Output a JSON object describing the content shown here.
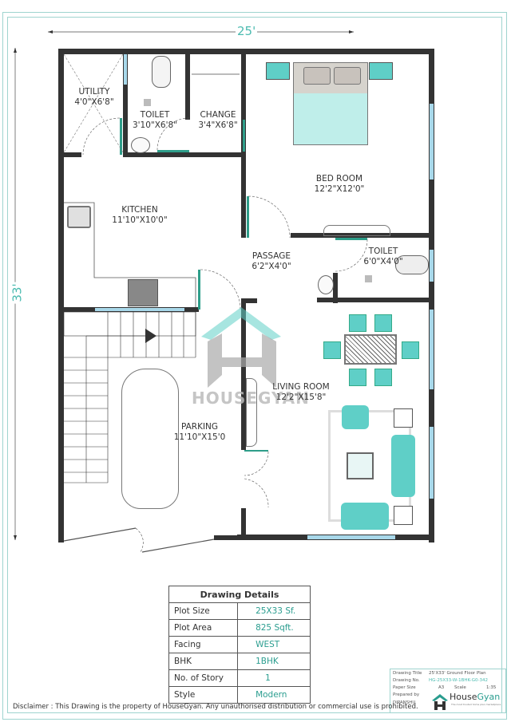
{
  "drawing": {
    "width_dimension": "25'",
    "height_dimension": "33'",
    "watermark": "HOUSEGYAN"
  },
  "rooms": [
    {
      "name": "UTILITY",
      "size": "4'0\"X6'8\""
    },
    {
      "name": "TOILET",
      "size": "3'10\"X6'8\""
    },
    {
      "name": "CHANGE",
      "size": "3'4\"X6'8\""
    },
    {
      "name": "BED ROOM",
      "size": "12'2\"X12'0\""
    },
    {
      "name": "KITCHEN",
      "size": "11'10\"X10'0\""
    },
    {
      "name": "PASSAGE",
      "size": "6'2\"X4'0\""
    },
    {
      "name": "TOILET",
      "size": "6'0\"X4'0\""
    },
    {
      "name": "LIVING ROOM",
      "size": "12'2\"X15'8\""
    },
    {
      "name": "PARKING",
      "size": "11'10\"X15'0"
    }
  ],
  "details": {
    "title": "Drawing Details",
    "rows": [
      {
        "label": "Plot Size",
        "value": "25X33 Sf."
      },
      {
        "label": "Plot Area",
        "value": "825 Sqft."
      },
      {
        "label": "Facing",
        "value": "WEST"
      },
      {
        "label": "BHK",
        "value": "1BHK"
      },
      {
        "label": "No. of Story",
        "value": "1"
      },
      {
        "label": "Style",
        "value": "Modern"
      }
    ]
  },
  "title_block": {
    "drawing_title_label": "Drawing Title",
    "drawing_title": "25'X33' Ground Floor Plan",
    "drawing_no_label": "Drawing No.",
    "drawing_no": "HG-25X33-W-1BHK-G0-342",
    "paper_size_label": "Paper Size",
    "paper_size": "A3",
    "scale_label": "Scale",
    "scale": "1:35",
    "prepared_by_label": "Prepared by",
    "prepared_by": "DIPANSHU",
    "brand": "HouseGyan",
    "brand_house": "House",
    "brand_gyan": "Gyan",
    "tagline": "The most trusted home plan marketplace"
  },
  "disclaimer": "Disclaimer : This Drawing is the property of HouseGyan. Any unauthorised distribution or commercial use is prohibited.",
  "colors": {
    "wall": "#333333",
    "window": "#a8d8ea",
    "door": "#2f9e8a",
    "furniture_accent": "#5fcfc7",
    "dimension_text": "#4bbbb0"
  }
}
